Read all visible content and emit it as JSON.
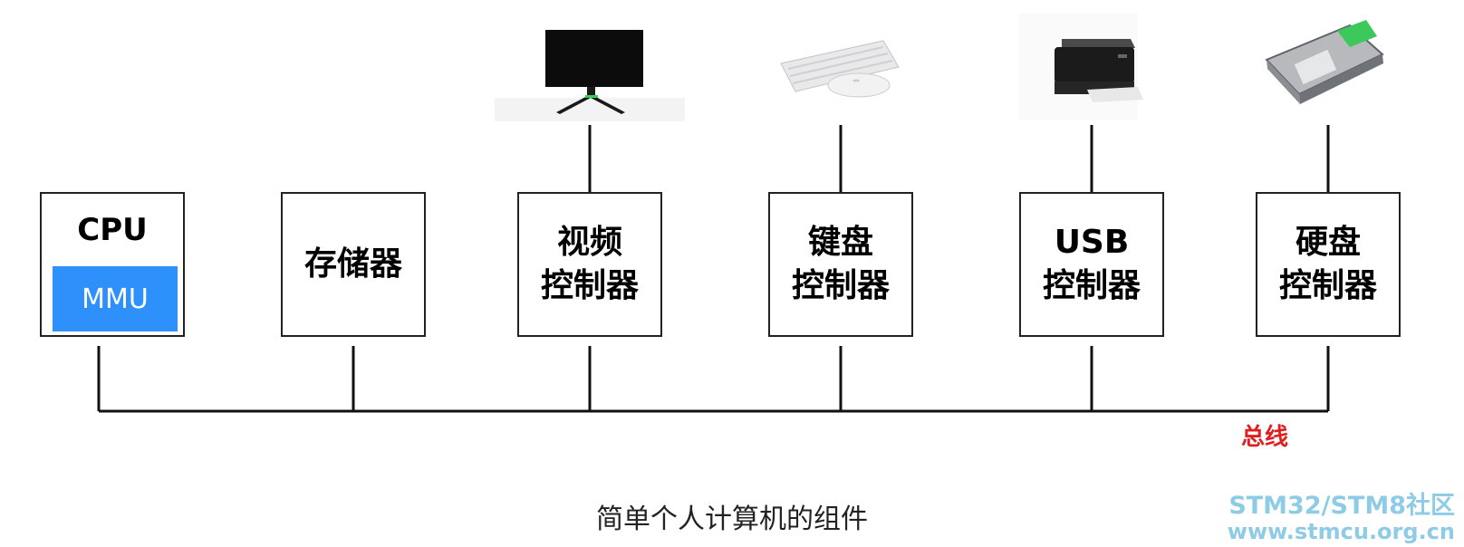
{
  "components": {
    "cpu": "CPU",
    "mmu": "MMU",
    "memory": "存储器",
    "video": "视频\n控制器",
    "keyboard": "键盘\n控制器",
    "usb": "USB\n控制器",
    "disk": "硬盘\n控制器"
  },
  "devices": {
    "monitor": "monitor-icon",
    "keyboard_mouse": "keyboard-mouse-icon",
    "printer": "printer-icon",
    "hard_drive": "hard-drive-icon"
  },
  "bus_label": "总线",
  "caption": "简单个人计算机的组件",
  "watermark": {
    "line1": "STM32/STM8社区",
    "line2": "www.stmcu.org.cn"
  },
  "colors": {
    "mmu": "#2e90fa",
    "bus_label": "#e02020",
    "watermark": "#8ecbe6"
  }
}
